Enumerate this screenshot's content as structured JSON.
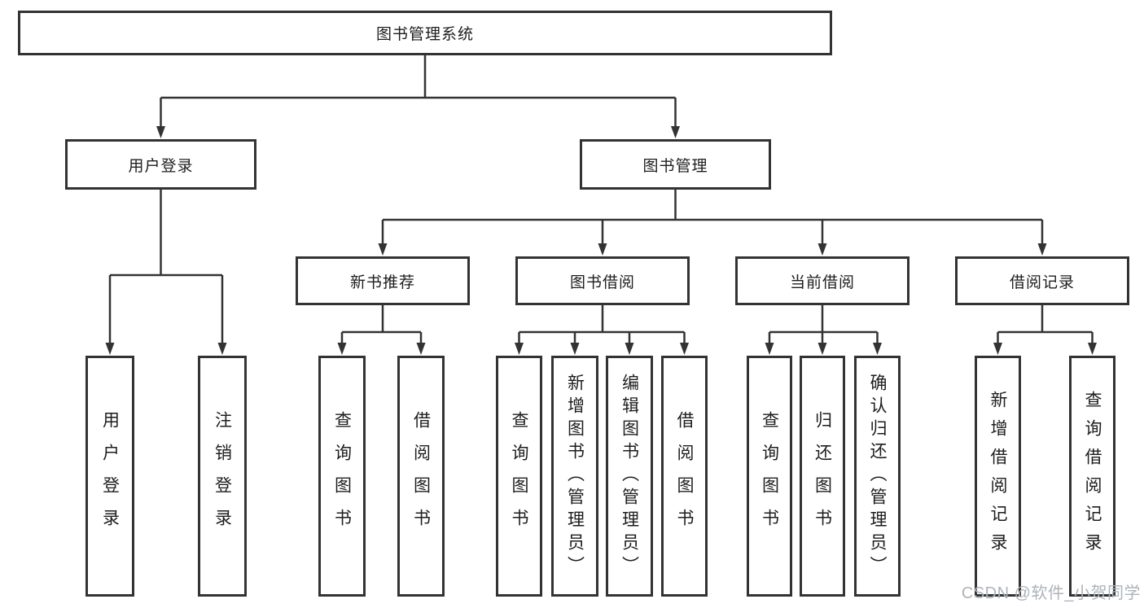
{
  "tree": {
    "label": "图书管理系统",
    "children": [
      {
        "label": "用户登录",
        "children": [
          {
            "label": "用户登录"
          },
          {
            "label": "注销登录"
          }
        ]
      },
      {
        "label": "图书管理",
        "children": [
          {
            "label": "新书推荐",
            "children": [
              {
                "label": "查询图书"
              },
              {
                "label": "借阅图书"
              }
            ]
          },
          {
            "label": "图书借阅",
            "children": [
              {
                "label": "查询图书"
              },
              {
                "label": "新增图书（管理员）"
              },
              {
                "label": "编辑图书（管理员）"
              },
              {
                "label": "借阅图书"
              }
            ]
          },
          {
            "label": "当前借阅",
            "children": [
              {
                "label": "查询图书"
              },
              {
                "label": "归还图书"
              },
              {
                "label": "确认归还（管理员）"
              }
            ]
          },
          {
            "label": "借阅记录",
            "children": [
              {
                "label": "新增借阅记录"
              },
              {
                "label": "查询借阅记录"
              }
            ]
          }
        ]
      }
    ]
  },
  "watermark": {
    "text": "CSDN @软件_小贺同学"
  },
  "colors": {
    "background": "#ffffff",
    "box_border": "#333333",
    "connector_line": "#333333",
    "text": "#1d1d1d",
    "watermark": "#aeb3b9"
  }
}
